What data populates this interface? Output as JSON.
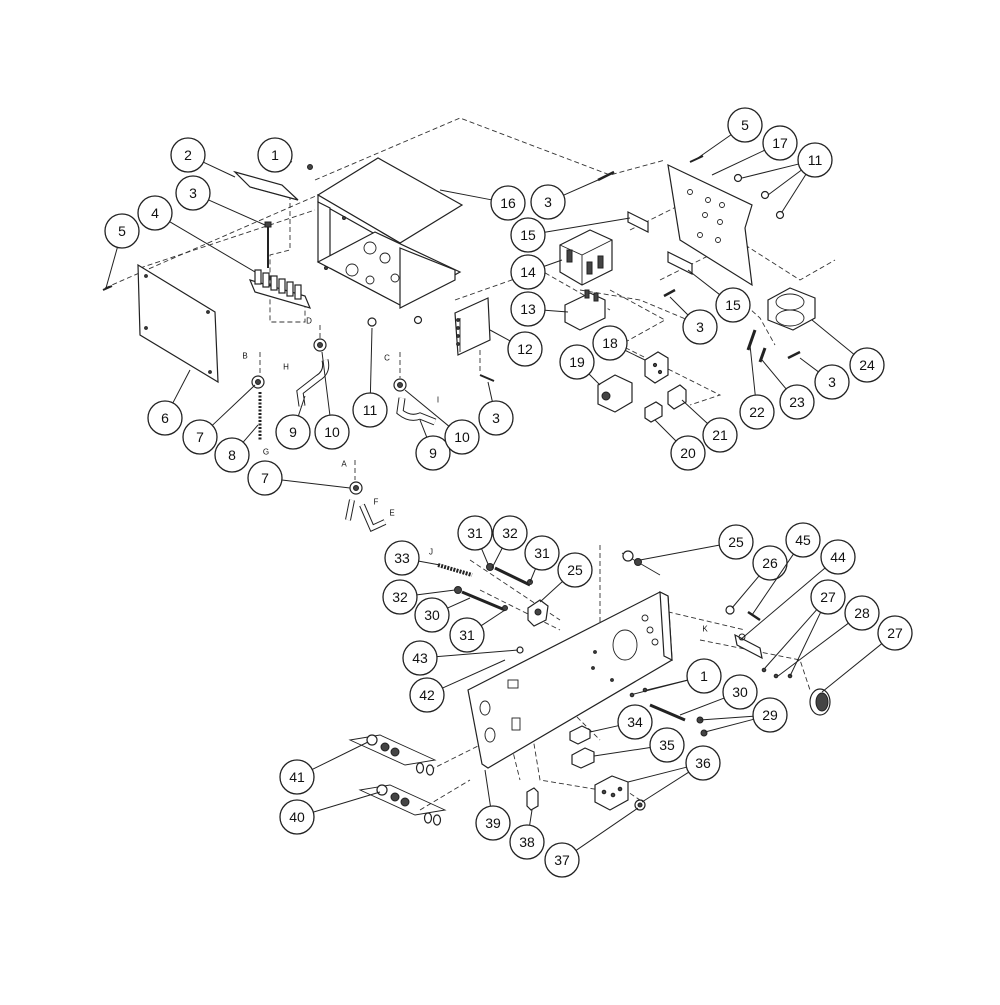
{
  "callouts": [
    {
      "id": "c1a",
      "label": "1"
    },
    {
      "id": "c2",
      "label": "2"
    },
    {
      "id": "c3a",
      "label": "3"
    },
    {
      "id": "c4",
      "label": "4"
    },
    {
      "id": "c5a",
      "label": "5"
    },
    {
      "id": "c6",
      "label": "6"
    },
    {
      "id": "c7a",
      "label": "7"
    },
    {
      "id": "c8",
      "label": "8"
    },
    {
      "id": "c9a",
      "label": "9"
    },
    {
      "id": "c10a",
      "label": "10"
    },
    {
      "id": "c11a",
      "label": "11"
    },
    {
      "id": "c12",
      "label": "12"
    },
    {
      "id": "c9b",
      "label": "9"
    },
    {
      "id": "c10b",
      "label": "10"
    },
    {
      "id": "c3b",
      "label": "3"
    },
    {
      "id": "c7b",
      "label": "7"
    },
    {
      "id": "c16",
      "label": "16"
    },
    {
      "id": "c3c",
      "label": "3"
    },
    {
      "id": "c5b",
      "label": "5"
    },
    {
      "id": "c17",
      "label": "17"
    },
    {
      "id": "c11b",
      "label": "11"
    },
    {
      "id": "c15a",
      "label": "15"
    },
    {
      "id": "c14",
      "label": "14"
    },
    {
      "id": "c15b",
      "label": "15"
    },
    {
      "id": "c13",
      "label": "13"
    },
    {
      "id": "c3d",
      "label": "3"
    },
    {
      "id": "c18",
      "label": "18"
    },
    {
      "id": "c19",
      "label": "19"
    },
    {
      "id": "c20",
      "label": "20"
    },
    {
      "id": "c21",
      "label": "21"
    },
    {
      "id": "c22",
      "label": "22"
    },
    {
      "id": "c23",
      "label": "23"
    },
    {
      "id": "c3e",
      "label": "3"
    },
    {
      "id": "c24",
      "label": "24"
    },
    {
      "id": "c31a",
      "label": "31"
    },
    {
      "id": "c32a",
      "label": "32"
    },
    {
      "id": "c33",
      "label": "33"
    },
    {
      "id": "c31b",
      "label": "31"
    },
    {
      "id": "c25a",
      "label": "25"
    },
    {
      "id": "c25b",
      "label": "25"
    },
    {
      "id": "c32b",
      "label": "32"
    },
    {
      "id": "c30a",
      "label": "30"
    },
    {
      "id": "c31c",
      "label": "31"
    },
    {
      "id": "c26",
      "label": "26"
    },
    {
      "id": "c45",
      "label": "45"
    },
    {
      "id": "c44",
      "label": "44"
    },
    {
      "id": "c27a",
      "label": "27"
    },
    {
      "id": "c28",
      "label": "28"
    },
    {
      "id": "c27b",
      "label": "27"
    },
    {
      "id": "c43",
      "label": "43"
    },
    {
      "id": "c42",
      "label": "42"
    },
    {
      "id": "c1b",
      "label": "1"
    },
    {
      "id": "c30b",
      "label": "30"
    },
    {
      "id": "c29",
      "label": "29"
    },
    {
      "id": "c34",
      "label": "34"
    },
    {
      "id": "c35",
      "label": "35"
    },
    {
      "id": "c36",
      "label": "36"
    },
    {
      "id": "c41",
      "label": "41"
    },
    {
      "id": "c40",
      "label": "40"
    },
    {
      "id": "c39",
      "label": "39"
    },
    {
      "id": "c38",
      "label": "38"
    },
    {
      "id": "c37",
      "label": "37"
    }
  ],
  "letters": {
    "A": "A",
    "B": "B",
    "C": "C",
    "D": "D",
    "E": "E",
    "F": "F",
    "G": "G",
    "H": "H",
    "I": "I",
    "J": "J",
    "K": "K"
  }
}
